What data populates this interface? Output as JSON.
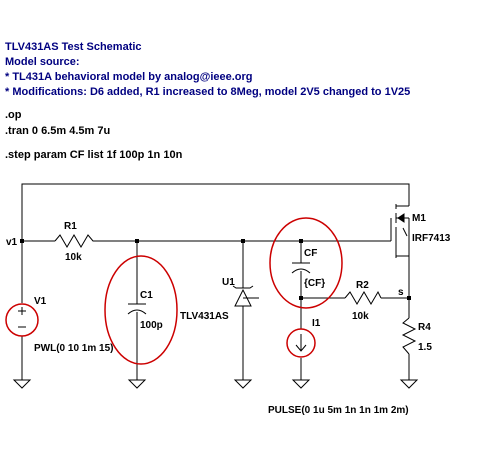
{
  "header": {
    "title": "TLV431AS Test Schematic",
    "source_label": " Model source:",
    "line1": "* TL431A behavioral model by analog@ieee.org",
    "line2": "* Modifications: D6 added, R1 increased to 8Meg, model 2V5 changed to 1V25"
  },
  "directives": {
    "op": ".op",
    "tran": ".tran 0 6.5m 4.5m 7u",
    "step": ".step param CF list  1f 100p 1n 10n"
  },
  "components": {
    "v1_net": "v1",
    "r1_name": "R1",
    "r1_value": "10k",
    "v1_name": "V1",
    "v1_value": "PWL(0 10 1m 15)",
    "c1_name": "C1",
    "c1_value": "100p",
    "u1_name": "U1",
    "u1_value": "TLV431AS",
    "cf_name": "CF",
    "cf_value": "{CF}",
    "r2_name": "R2",
    "r2_value": "10k",
    "s_net": "s",
    "i1_name": "I1",
    "i1_value": "PULSE(0 1u 5m 1n 1n 1m 2m)",
    "m1_name": "M1",
    "m1_value": "IRF7413",
    "r4_name": "R4",
    "r4_value": "1.5"
  },
  "colors": {
    "header_text": "#000080",
    "wire": "#000000",
    "highlight_ellipse": "#cc0000",
    "source_body": "#cc0000"
  }
}
